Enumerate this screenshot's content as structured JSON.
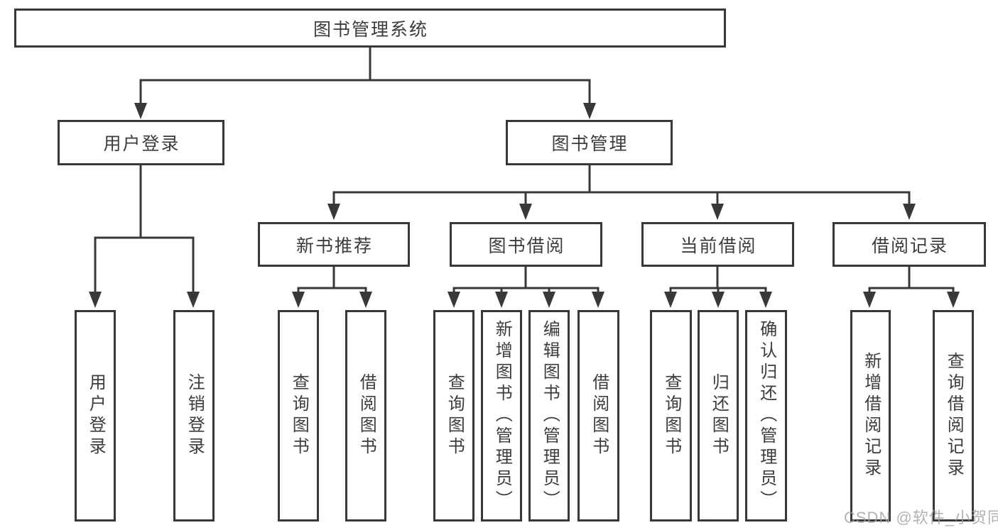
{
  "nodes": {
    "root": "图书管理系统",
    "user_login": "用户登录",
    "book_mgmt": "图书管理",
    "new_books": "新书推荐",
    "book_borrow": "图书借阅",
    "current_borrow": "当前借阅",
    "borrow_records": "借阅记录",
    "ul_login": "用户登录",
    "ul_logout": "注销登录",
    "nb_query": "查询图书",
    "nb_borrow": "借阅图书",
    "bb_query": "查询图书",
    "bb_add": "新增图书（管理员）",
    "bb_edit": "编辑图书（管理员）",
    "bb_borrow": "借阅图书",
    "cb_query": "查询图书",
    "cb_return": "归还图书",
    "cb_confirm": "确认归还（管理员）",
    "br_add": "新增借阅记录",
    "br_query": "查询借阅记录"
  },
  "watermark": "CSDN @软件_小贺同学",
  "colors": {
    "line": "#383838",
    "text": "#3c3c3c",
    "background": "#ffffff",
    "watermark": "#a0a0a0"
  }
}
